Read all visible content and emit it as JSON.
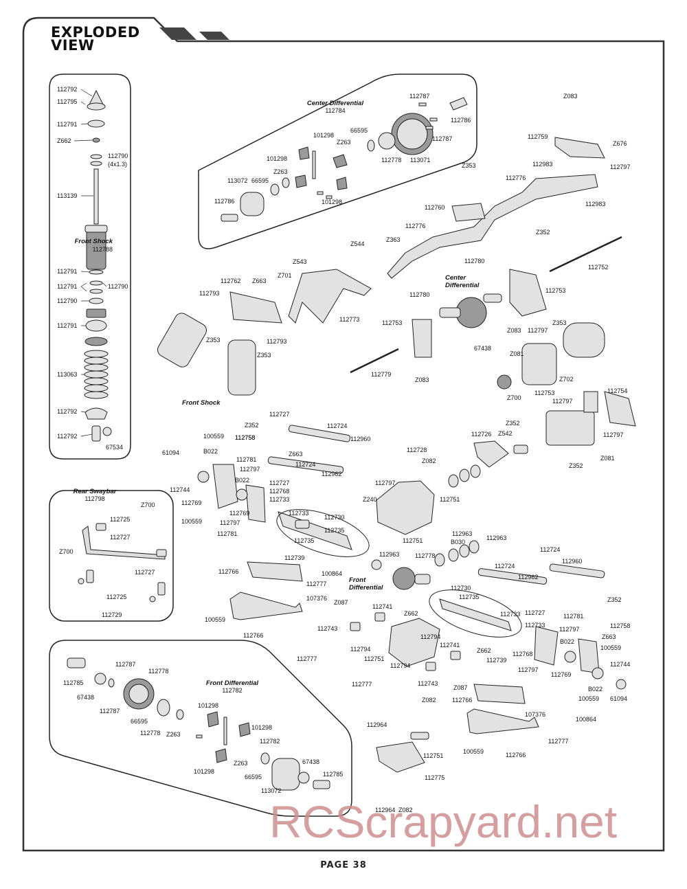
{
  "header": {
    "line1": "EXPLODED",
    "line2": "VIEW"
  },
  "groups": {
    "center_diff": {
      "title": "Center Differential",
      "number": "112784"
    },
    "front_shock_box": {
      "title": "Front Shock",
      "number": "112788"
    },
    "rear_swaybar": {
      "title": "Rear Swaybar",
      "number": "112798"
    },
    "front_diff": {
      "title": "Front Differential",
      "number": "112782"
    },
    "center_diff_chassis": {
      "title": "Center\nDifferential"
    },
    "front_shock_assy": {
      "title": "Front Shock"
    },
    "front_diff_chassis": {
      "title": "Front\nDifferential"
    }
  },
  "shock_labels": [
    "112792",
    "112795",
    "112791",
    "Z662",
    "112790",
    "(4x1.3)",
    "113139",
    "112791",
    "112791",
    "112790",
    "112790",
    "112791",
    "113063",
    "112792",
    "112792",
    "67534"
  ],
  "center_diff_labels": [
    "112787",
    "112786",
    "112787",
    "101298",
    "66595",
    "Z263",
    "101298",
    "Z263",
    "113072",
    "66595",
    "112786",
    "101298",
    "112778",
    "113071"
  ],
  "chassis_labels": [
    "Z083",
    "112759",
    "Z676",
    "112983",
    "112797",
    "112776",
    "112983",
    "Z353",
    "112760",
    "112776",
    "112780",
    "Z352",
    "Z544",
    "Z363",
    "Z543",
    "112762",
    "Z663",
    "Z701",
    "112793",
    "112773",
    "112752",
    "Z353",
    "112793",
    "Z353",
    "112780",
    "112753",
    "112753",
    "Z083",
    "112797",
    "Z353",
    "67438",
    "Z081",
    "Z700",
    "Z702",
    "112753",
    "112779",
    "Z083",
    "112754",
    "112797",
    "112797",
    "Z081",
    "Z352",
    "Z352",
    "Z542",
    "112726"
  ],
  "front_suspension_labels": [
    "Z352",
    "112727",
    "112724",
    "112758",
    "112960",
    "100559",
    "112758",
    "Z663",
    "61094",
    "B022",
    "112781",
    "112724",
    "112797",
    "112962",
    "112744",
    "B022",
    "112727",
    "112768",
    "112769",
    "112733",
    "100559",
    "112769",
    "112797",
    "112781",
    "112733",
    "112730",
    "112735",
    "112735",
    "112728",
    "Z082",
    "112797",
    "Z240",
    "112751"
  ],
  "swaybar_labels": [
    "Z700",
    "112725",
    "112727",
    "Z700",
    "112727",
    "112725",
    "112729"
  ],
  "rear_labels": [
    "112751",
    "112963",
    "B030",
    "112963",
    "112963",
    "112778",
    "112739",
    "112766",
    "100864",
    "112777",
    "107376",
    "Z087",
    "112741",
    "Z662",
    "100559",
    "112766",
    "112743",
    "112794",
    "112751",
    "112794",
    "112777",
    "112730",
    "112735",
    "112733",
    "112724",
    "112724",
    "112962",
    "112960",
    "Z352",
    "112727",
    "112781",
    "112733",
    "112758",
    "Z663",
    "112797",
    "100559",
    "B022",
    "112768",
    "112797",
    "112769",
    "112744",
    "B022",
    "61094",
    "100559",
    "112741",
    "Z662",
    "112739",
    "112743",
    "112794",
    "112777",
    "Z087",
    "112766",
    "Z082",
    "112964",
    "107376",
    "100864",
    "112777",
    "100559",
    "112766",
    "112751",
    "112775",
    "112964",
    "Z082"
  ],
  "front_diff_labels": [
    "112787",
    "112778",
    "112785",
    "67438",
    "112787",
    "66595",
    "112778",
    "101298",
    "Z263",
    "101298",
    "112782",
    "Z263",
    "101298",
    "66595",
    "67438",
    "113072",
    "112785"
  ],
  "page": {
    "label": "PAGE 38"
  },
  "watermark": {
    "text": "RCScrapyard.net"
  }
}
